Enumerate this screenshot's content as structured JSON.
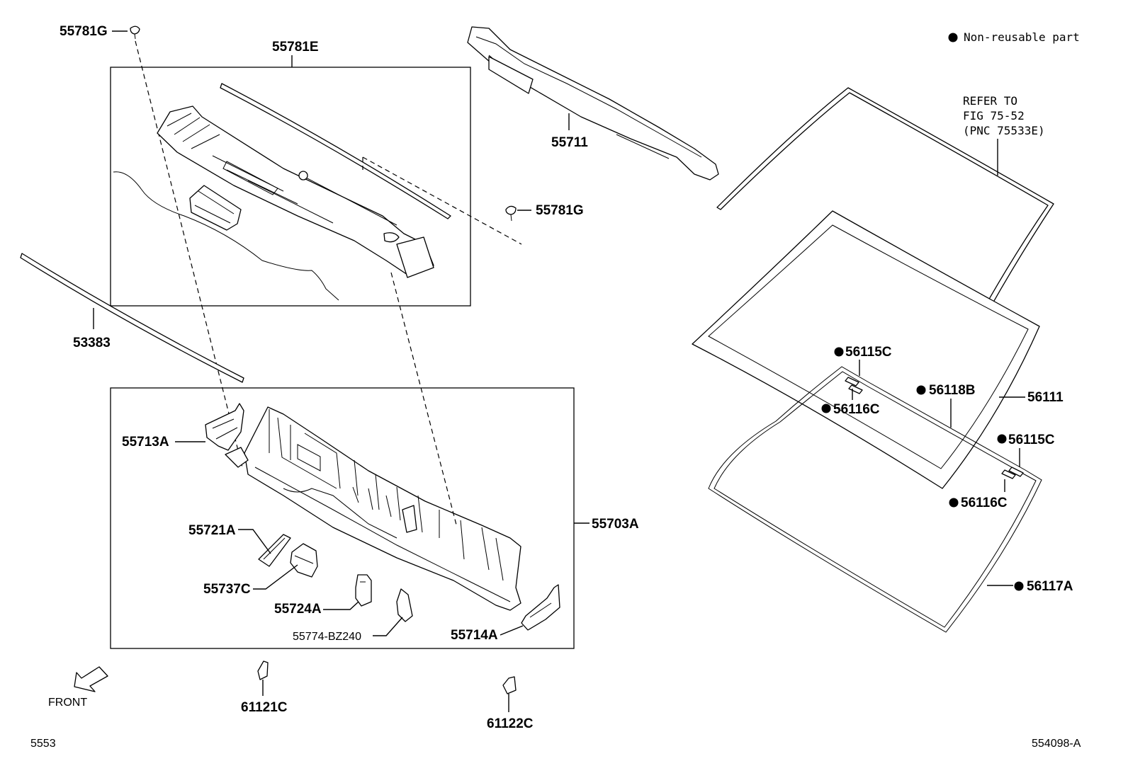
{
  "legend": {
    "marker_icon": "filled-circle-icon",
    "text": "Non-reusable part"
  },
  "refer_note": {
    "line1": "REFER TO",
    "line2": "FIG 75-52",
    "line3": "(PNC 75533E)"
  },
  "labels": {
    "clip_top": "55781G",
    "cowl_assembly": "55781E",
    "louver": "55711",
    "clip_right": "55781G",
    "weatherstrip": "53383",
    "bracket_left": "55713A",
    "panel": "55703A",
    "bracket_a": "55721A",
    "bracket_c": "55737C",
    "bracket_d": "55724A",
    "bracket_e": "55774-BZ240",
    "bracket_right": "55714A",
    "clip_bottom_left": "61121C",
    "clip_bottom_right": "61122C",
    "spacer_top": "56115C",
    "spacer_top_b": "56116C",
    "dam": "56118B",
    "windshield": "56111",
    "spacer_mid": "56115C",
    "spacer_mid_b": "56116C",
    "dam_outer": "56117A"
  },
  "front_label": "FRONT",
  "footer": {
    "left": "5553",
    "right": "554098-A"
  }
}
